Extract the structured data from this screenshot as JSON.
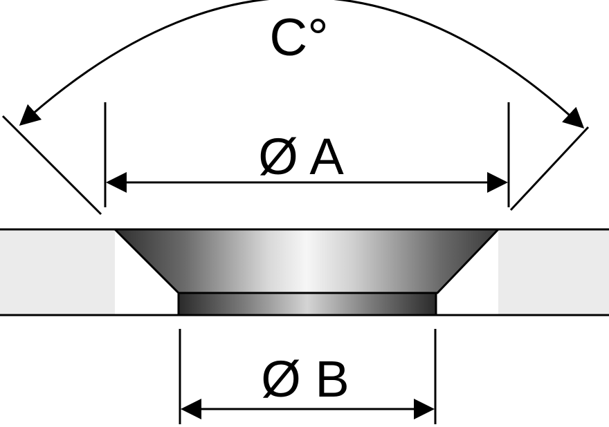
{
  "labels": {
    "angle": "C°",
    "top_diameter": "Ø A",
    "bottom_diameter": "Ø B"
  },
  "colors": {
    "line": "#000000",
    "plate": "#ebebeb",
    "cone_dark": "#3a3a3a",
    "cone_light": "#f4f4f4"
  }
}
